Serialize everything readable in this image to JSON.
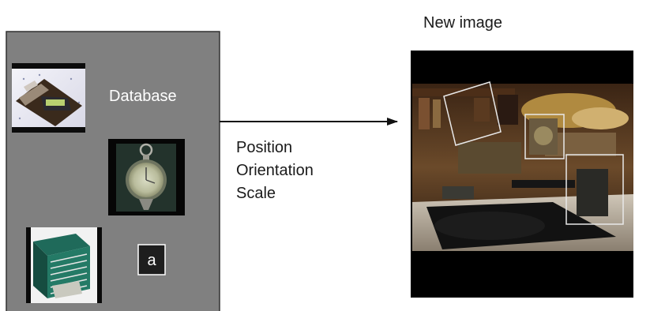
{
  "diagram": {
    "database_label": "Database",
    "query_marker": "a",
    "arrow_labels": [
      "Position",
      "Orientation",
      "Scale"
    ],
    "new_image_label": "New image"
  },
  "colors": {
    "panel_fill": "#808080",
    "panel_border": "#303030",
    "text_light": "#ffffff",
    "text_dark": "#1a1a1a",
    "arrow": "#111111",
    "detection_box": "#e8e8e8"
  },
  "thumbnails": [
    {
      "name": "stapler-thumbnail",
      "subject": "stapler"
    },
    {
      "name": "pocket-watch-thumbnail",
      "subject": "pocket watch"
    },
    {
      "name": "drawer-cabinet-thumbnail",
      "subject": "green drawer cabinet"
    }
  ],
  "scene": {
    "subject": "cluttered desk scene with detected objects",
    "detections": [
      {
        "name": "detection-box-rotated",
        "matches": "stapler"
      },
      {
        "name": "detection-box-small",
        "matches": "pocket watch"
      },
      {
        "name": "detection-box-large",
        "matches": "drawer cabinet"
      }
    ]
  }
}
